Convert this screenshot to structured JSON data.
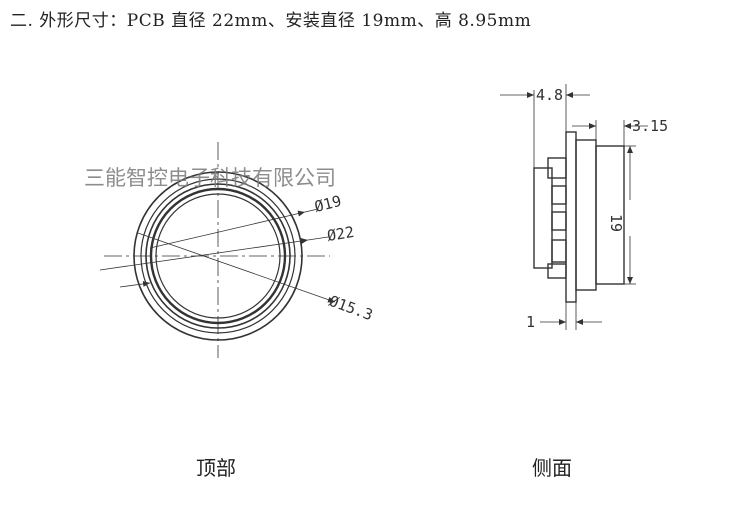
{
  "heading": "二. 外形尺寸：PCB 直径 22mm、安装直径 19mm、高 8.95mm",
  "watermark": "三能智控电子科技有限公司",
  "top_view": {
    "label": "顶部",
    "dims": {
      "d19": "Ø19",
      "d22": "Ø22",
      "d15": "Ø15.3"
    }
  },
  "side_view": {
    "label": "侧面",
    "dims": {
      "w48": "4.8",
      "w315": "3.15",
      "h19": "19",
      "w1": "1"
    }
  },
  "colors": {
    "line": "#333333",
    "watermark": "#7a7a7a"
  }
}
